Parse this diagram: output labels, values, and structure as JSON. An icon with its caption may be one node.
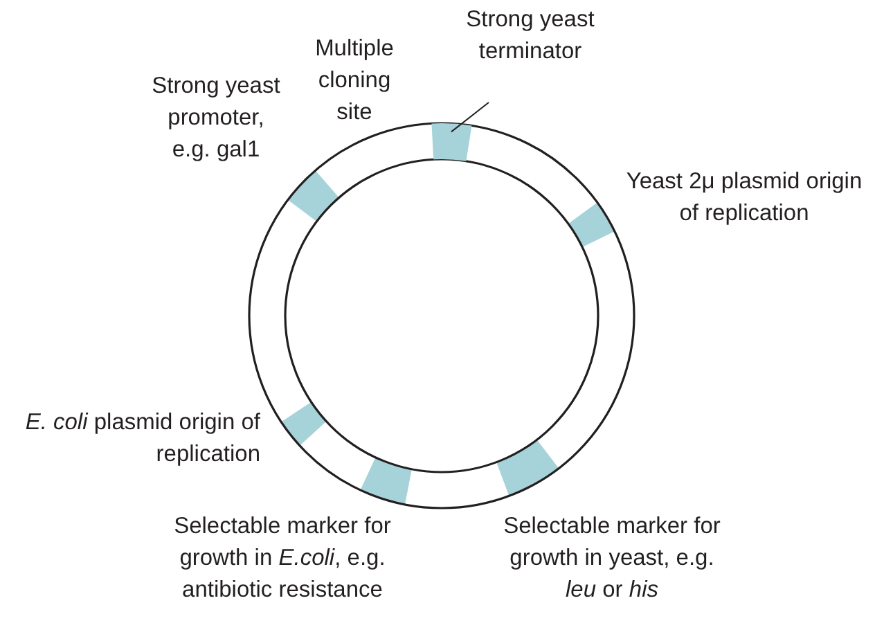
{
  "diagram": {
    "nodes": [
      {
        "text": [
          "Strong yeast terminator"
        ]
      },
      {
        "text": [],
        "shape": "bar"
      }
    ],
    "edges": [
      {
        "from": 0,
        "to": 1,
        "arrow": "none"
      }
    ],
    "labels": [
      "Multiple cloning site",
      "Strong yeast promoter, e.g. gal1",
      "Yeast 2μ plasmid origin of replication",
      "*E. coli* plasmid origin of replication",
      "Selectable marker for growth in *E.coli*, e.g. antibiotic resistance",
      "Selectable marker for growth in yeast, e.g. *leu* or *his*"
    ]
  }
}
